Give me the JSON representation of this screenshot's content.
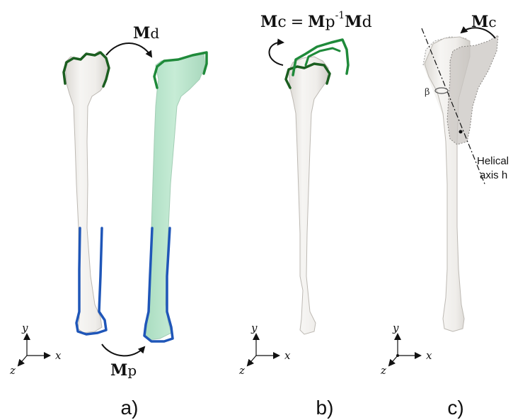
{
  "panels": [
    {
      "label": "a)",
      "matrix_top": {
        "base": "M",
        "sub": "d"
      },
      "matrix_bottom": {
        "base": "M",
        "sub": "p"
      }
    },
    {
      "label": "b)",
      "equation": {
        "lhs_base": "M",
        "lhs_sub": "c",
        "equals": "=",
        "p_base": "M",
        "p_sub": "p",
        "p_sup": "-1",
        "d_base": "M",
        "d_sub": "d"
      }
    },
    {
      "label": "c)",
      "matrix_top": {
        "base": "M",
        "sub": "c"
      },
      "angle_symbol": "β",
      "axis_label_line1": "Helical",
      "axis_label_line2": "axis h"
    }
  ],
  "axes": {
    "x": "x",
    "y": "y",
    "z": "z"
  },
  "colors": {
    "green_outline": "#1f8a3a",
    "dark_green_outline": "#1b5e20",
    "blue_outline": "#1f56b8",
    "green_fill": "#bfe6cf",
    "bone_fill": "#f1efec",
    "bone_shadow": "#d9d6d1"
  }
}
